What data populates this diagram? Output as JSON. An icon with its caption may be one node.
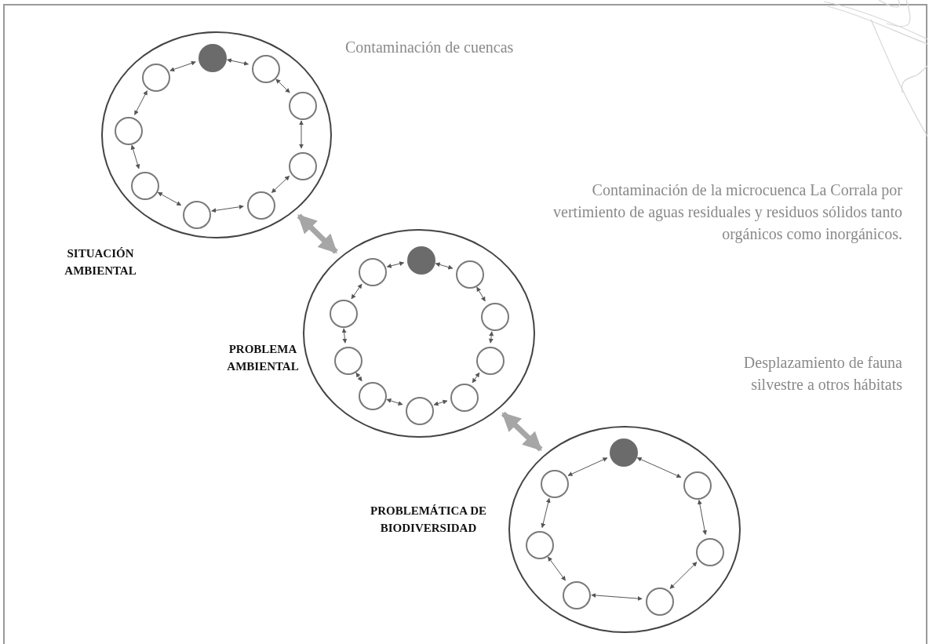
{
  "diagram": {
    "nodes": [
      {
        "text": [],
        "shape": "circle",
        "beside": [
          "SITUACIÓN AMBIENTAL",
          "Contaminación de cuencas"
        ]
      },
      {
        "text": [],
        "shape": "dot",
        "in": 0
      },
      {
        "text": [],
        "shape": "circle",
        "in": 0
      },
      {
        "text": [],
        "shape": "circle",
        "in": 0
      },
      {
        "text": [],
        "shape": "circle",
        "in": 0
      },
      {
        "text": [],
        "shape": "circle",
        "in": 0
      },
      {
        "text": [],
        "shape": "circle",
        "in": 0
      },
      {
        "text": [],
        "shape": "circle",
        "in": 0
      },
      {
        "text": [],
        "shape": "circle",
        "in": 0
      },
      {
        "text": [],
        "shape": "circle",
        "in": 0
      },
      {
        "text": [],
        "shape": "circle",
        "beside": [
          "PROBLEMA AMBIENTAL",
          "Contaminación de la microcuenca La Corrala por vertimiento de aguas residuales y residuos sólidos tanto orgánicos como inorgánicos."
        ]
      },
      {
        "text": [],
        "shape": "dot",
        "in": 10
      },
      {
        "text": [],
        "shape": "circle",
        "in": 10
      },
      {
        "text": [],
        "shape": "circle",
        "in": 10
      },
      {
        "text": [],
        "shape": "circle",
        "in": 10
      },
      {
        "text": [],
        "shape": "circle",
        "in": 10
      },
      {
        "text": [],
        "shape": "circle",
        "in": 10
      },
      {
        "text": [],
        "shape": "circle",
        "in": 10
      },
      {
        "text": [],
        "shape": "circle",
        "in": 10
      },
      {
        "text": [],
        "shape": "circle",
        "in": 10
      },
      {
        "text": [],
        "shape": "circle",
        "in": 10
      },
      {
        "text": [],
        "shape": "circle",
        "beside": [
          "PROBLEMÁTICA DE BIODIVERSIDAD",
          "Desplazamiento de fauna silvestre a otros hábitats"
        ]
      },
      {
        "text": [],
        "shape": "dot",
        "in": 21
      },
      {
        "text": [],
        "shape": "circle",
        "in": 21
      },
      {
        "text": [],
        "shape": "circle",
        "in": 21
      },
      {
        "text": [],
        "shape": "circle",
        "in": 21
      },
      {
        "text": [],
        "shape": "circle",
        "in": 21
      },
      {
        "text": [],
        "shape": "circle",
        "in": 21
      },
      {
        "text": [],
        "shape": "circle",
        "in": 21
      }
    ],
    "edges": [
      {
        "from": 1,
        "to": 2,
        "arrow": "both"
      },
      {
        "from": 2,
        "to": 3,
        "arrow": "both"
      },
      {
        "from": 3,
        "to": 4,
        "arrow": "both"
      },
      {
        "from": 4,
        "to": 5,
        "arrow": "both"
      },
      {
        "from": 5,
        "to": 6,
        "arrow": "both"
      },
      {
        "from": 6,
        "to": 7,
        "arrow": "both"
      },
      {
        "from": 7,
        "to": 8,
        "arrow": "both"
      },
      {
        "from": 8,
        "to": 9,
        "arrow": "both"
      },
      {
        "from": 9,
        "to": 1,
        "arrow": "both"
      },
      {
        "from": 11,
        "to": 12,
        "arrow": "both"
      },
      {
        "from": 12,
        "to": 13,
        "arrow": "both"
      },
      {
        "from": 13,
        "to": 14,
        "arrow": "both"
      },
      {
        "from": 14,
        "to": 15,
        "arrow": "both"
      },
      {
        "from": 15,
        "to": 16,
        "arrow": "both"
      },
      {
        "from": 16,
        "to": 17,
        "arrow": "both"
      },
      {
        "from": 17,
        "to": 18,
        "arrow": "both"
      },
      {
        "from": 18,
        "to": 19,
        "arrow": "both"
      },
      {
        "from": 19,
        "to": 20,
        "arrow": "both"
      },
      {
        "from": 20,
        "to": 11,
        "arrow": "both"
      },
      {
        "from": 22,
        "to": 23,
        "arrow": "both"
      },
      {
        "from": 23,
        "to": 24,
        "arrow": "both"
      },
      {
        "from": 24,
        "to": 25,
        "arrow": "both"
      },
      {
        "from": 25,
        "to": 26,
        "arrow": "both"
      },
      {
        "from": 26,
        "to": 27,
        "arrow": "both"
      },
      {
        "from": 27,
        "to": 28,
        "arrow": "both"
      },
      {
        "from": 28,
        "to": 22,
        "arrow": "both"
      },
      {
        "from": 0,
        "to": 10,
        "arrow": "both",
        "style": "thick",
        "color": "#a6a6a6"
      },
      {
        "from": 10,
        "to": 21,
        "arrow": "both",
        "style": "thick",
        "color": "#a6a6a6"
      }
    ]
  }
}
